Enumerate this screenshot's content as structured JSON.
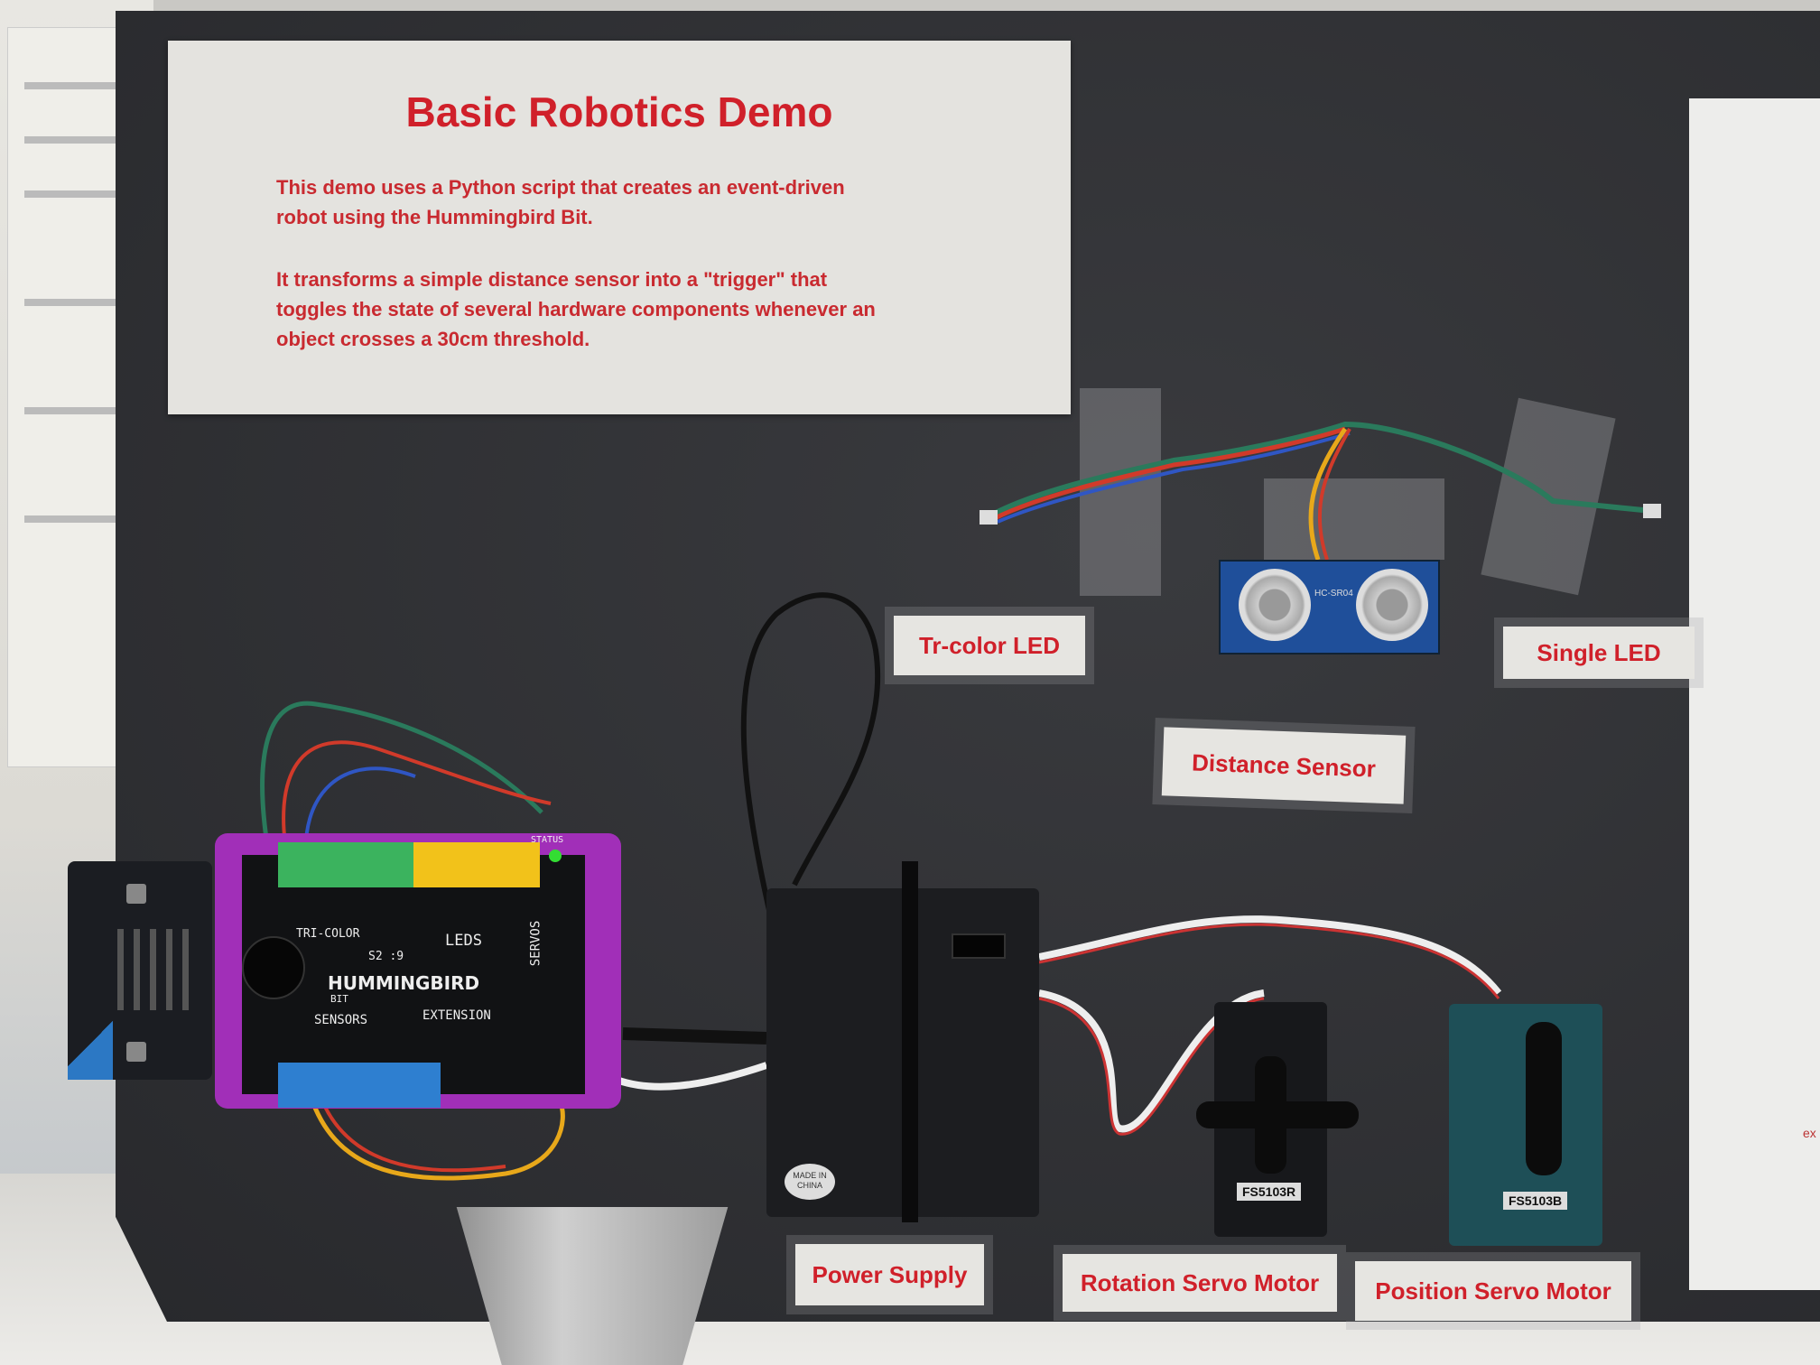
{
  "poster": {
    "title": "Basic Robotics Demo",
    "paragraphs": [
      [
        "This demo uses a Python script that creates an event-driven",
        "robot using the Hummingbird Bit."
      ],
      [
        "It transforms a simple distance sensor into a \"trigger\" that",
        "toggles the state of several hardware components whenever an",
        "object crosses a 30cm threshold."
      ]
    ]
  },
  "labels": {
    "tricolor_led": "Tr-color LED",
    "single_led": "Single LED",
    "distance_sensor": "Distance Sensor",
    "power_supply": "Power Supply",
    "rotation_servo": "Rotation Servo Motor",
    "position_servo": "Position Servo Motor"
  },
  "hummingbird": {
    "brand": "HUMMINGBIRD",
    "sub": "BIT",
    "tricolor": "TRI-COLOR",
    "leds": "LEDS",
    "servos": "SERVOS",
    "sensors": "SENSORS",
    "extension": "EXTENSION",
    "status": "STATUS",
    "code": "S2 :9"
  },
  "battery": {
    "stamp": "MADE IN CHINA"
  },
  "servos": {
    "rotation_model": "FS5103R",
    "position_model": "FS5103B"
  },
  "sensor": {
    "model": "HC-SR04"
  },
  "right_paper": {
    "fragment": "ex"
  },
  "colors": {
    "label_text": "#d0202a",
    "board": "#2f3034",
    "hummingbird": "#a12fb8"
  }
}
